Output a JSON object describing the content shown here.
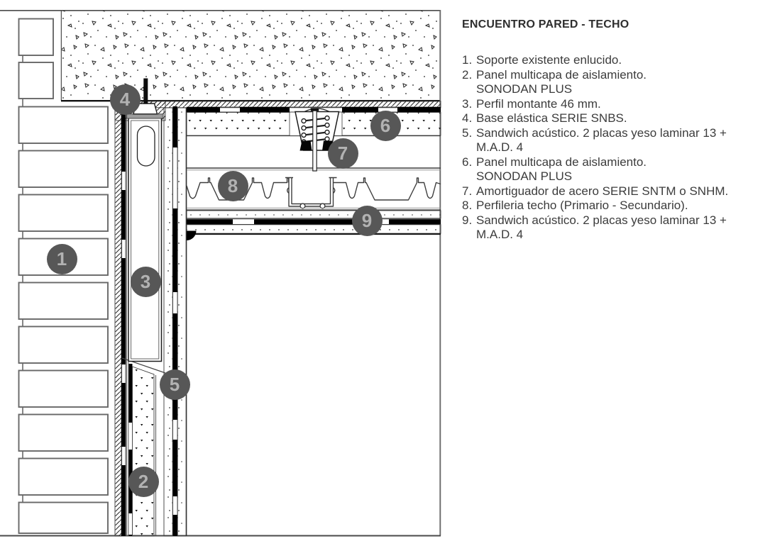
{
  "legend": {
    "title": "ENCUENTRO PARED - TECHO",
    "items": [
      {
        "num": "1.",
        "line1": "Soporte existente enlucido.",
        "line2": ""
      },
      {
        "num": "2.",
        "line1": "Panel multicapa de aislamiento.",
        "line2": "SONODAN PLUS"
      },
      {
        "num": "3.",
        "line1": "Perfil montante 46 mm.",
        "line2": ""
      },
      {
        "num": "4.",
        "line1": "Base elástica SERIE SNBS.",
        "line2": ""
      },
      {
        "num": "5.",
        "line1": "Sandwich acústico. 2 placas yeso laminar 13 +",
        "line2": "M.A.D. 4"
      },
      {
        "num": "6.",
        "line1": "Panel multicapa de aislamiento.",
        "line2": "SONODAN PLUS"
      },
      {
        "num": "7.",
        "line1": "Amortiguador de acero SERIE SNTM o SNHM.",
        "line2": ""
      },
      {
        "num": "8.",
        "line1": "Perfileria techo (Primario - Secundario).",
        "line2": ""
      },
      {
        "num": "9.",
        "line1": "Sandwich acústico. 2 placas yeso laminar 13 +",
        "line2": "M.A.D. 4"
      }
    ]
  },
  "callouts": [
    {
      "label": "1"
    },
    {
      "label": "2"
    },
    {
      "label": "3"
    },
    {
      "label": "4"
    },
    {
      "label": "5"
    },
    {
      "label": "6"
    },
    {
      "label": "7"
    },
    {
      "label": "8"
    },
    {
      "label": "9"
    }
  ],
  "colors": {
    "callout_background": "#575757",
    "callout_number": "#b2b2b2",
    "linework": "#1a1a1a",
    "brick_outline": "#686868",
    "base_plate_gray": "#9c9c9c"
  }
}
